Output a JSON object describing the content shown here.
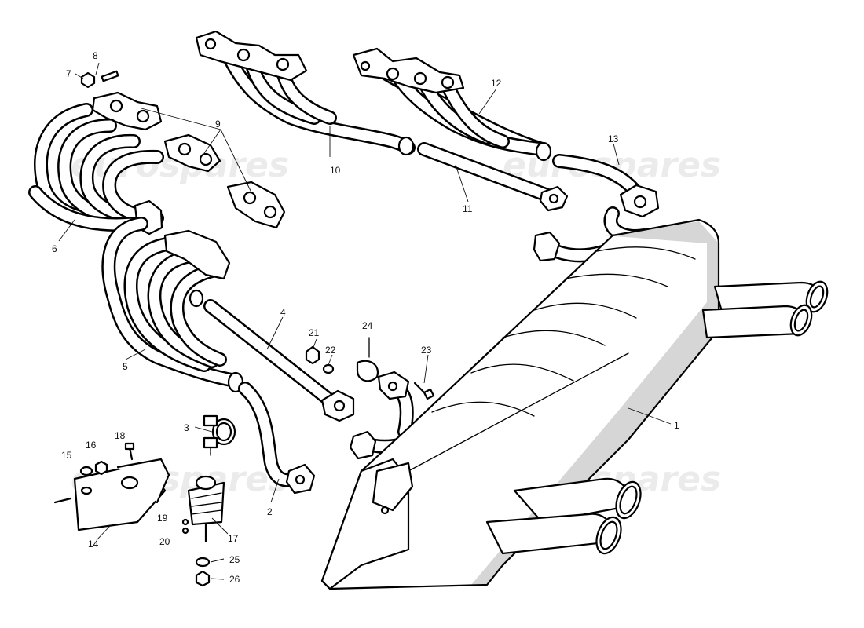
{
  "diagram": {
    "watermark": "eurospares",
    "callouts": [
      {
        "id": "1",
        "label": "1"
      },
      {
        "id": "2",
        "label": "2"
      },
      {
        "id": "3",
        "label": "3"
      },
      {
        "id": "4",
        "label": "4"
      },
      {
        "id": "5",
        "label": "5"
      },
      {
        "id": "6",
        "label": "6"
      },
      {
        "id": "7",
        "label": "7"
      },
      {
        "id": "8",
        "label": "8"
      },
      {
        "id": "9",
        "label": "9"
      },
      {
        "id": "10",
        "label": "10"
      },
      {
        "id": "11",
        "label": "11"
      },
      {
        "id": "12",
        "label": "12"
      },
      {
        "id": "13",
        "label": "13"
      },
      {
        "id": "14",
        "label": "14"
      },
      {
        "id": "15",
        "label": "15"
      },
      {
        "id": "16",
        "label": "16"
      },
      {
        "id": "17",
        "label": "17"
      },
      {
        "id": "18",
        "label": "18"
      },
      {
        "id": "19",
        "label": "19"
      },
      {
        "id": "20",
        "label": "20"
      },
      {
        "id": "21",
        "label": "21"
      },
      {
        "id": "22",
        "label": "22"
      },
      {
        "id": "23",
        "label": "23"
      },
      {
        "id": "24",
        "label": "24"
      },
      {
        "id": "25",
        "label": "25"
      },
      {
        "id": "26",
        "label": "26"
      }
    ]
  }
}
